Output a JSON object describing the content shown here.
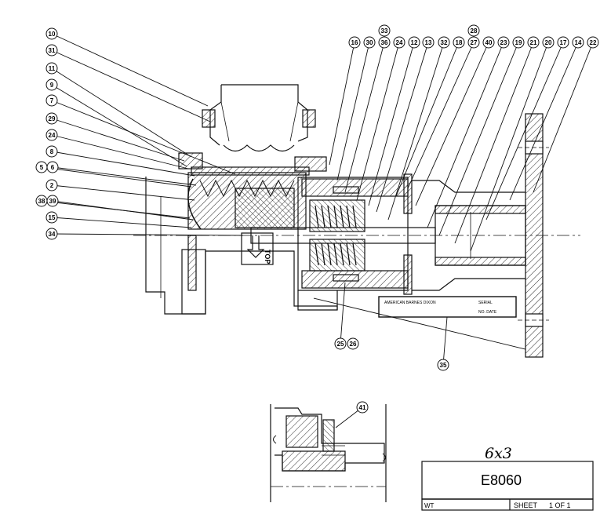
{
  "drawing": {
    "balloons_top": [
      "16",
      "30",
      "36",
      "24",
      "12",
      "13",
      "32",
      "18",
      "27",
      "40",
      "23",
      "19",
      "21",
      "20",
      "17",
      "14",
      "22"
    ],
    "balloons_top_upper": [
      "33",
      "28"
    ],
    "balloons_left": [
      "10",
      "31",
      "11",
      "9",
      "7",
      "29",
      "24",
      "8",
      "5",
      "6",
      "2",
      "38",
      "39",
      "15",
      "34"
    ],
    "balloons_bottom": [
      "25",
      "26",
      "35"
    ],
    "balloon_detail": "41",
    "flow_label": "TOP",
    "nameplate": {
      "line1": "AMERICAN BARNES DIXON",
      "line2": "SERIAL",
      "line3": "NO. DATE"
    }
  },
  "title_block": {
    "size_note": "6x3",
    "drawing_number": "E8060",
    "weight_label": "WT",
    "sheet_label": "SHEET",
    "sheet_value": "1 OF 1"
  },
  "colors": {
    "line": "#111111",
    "background": "#ffffff"
  }
}
